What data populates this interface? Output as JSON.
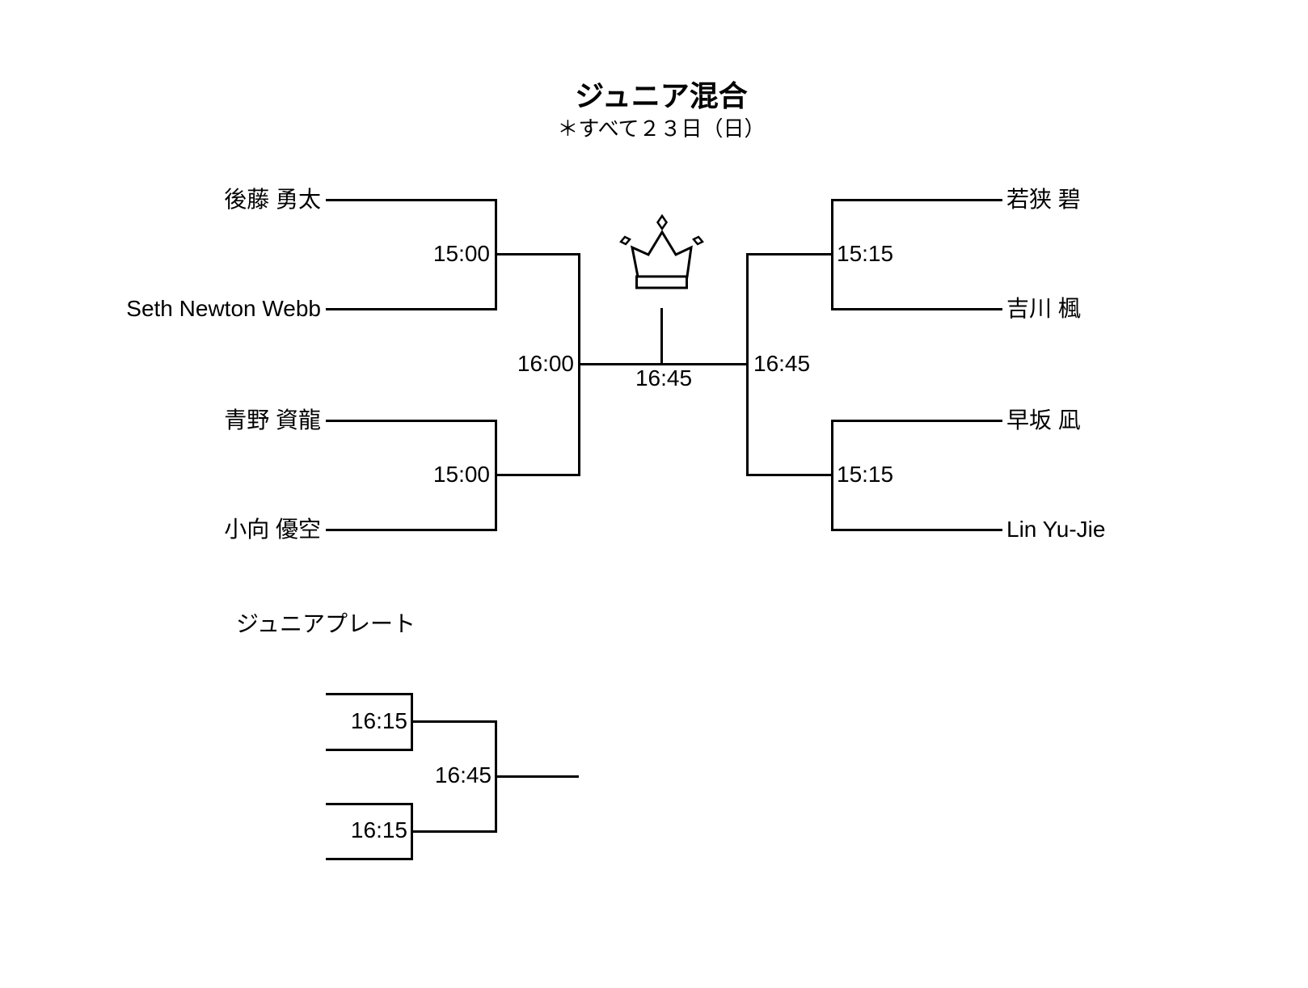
{
  "header": {
    "title": "ジュニア混合",
    "subtitle": "＊すべて２３日（日）"
  },
  "main_bracket": {
    "quarterfinals": [
      {
        "time": "15:00",
        "player1": "後藤 勇太",
        "player2": "Seth Newton Webb"
      },
      {
        "time": "15:00",
        "player1": "青野 資龍",
        "player2": "小向 優空"
      },
      {
        "time": "15:15",
        "player1": "若狭 碧",
        "player2": "吉川 楓"
      },
      {
        "time": "15:15",
        "player1": "早坂 凪",
        "player2": "Lin Yu-Jie"
      }
    ],
    "semifinal_left_time": "16:00",
    "semifinal_right_time": "16:45",
    "final_time": "16:45"
  },
  "plate_bracket": {
    "heading": "ジュニアプレート",
    "match1_time": "16:15",
    "match2_time": "16:15",
    "final_time": "16:45"
  },
  "icons": {
    "crown": "crown-icon"
  },
  "colors": {
    "background": "#ffffff",
    "line": "#000000",
    "text": "#000000"
  }
}
